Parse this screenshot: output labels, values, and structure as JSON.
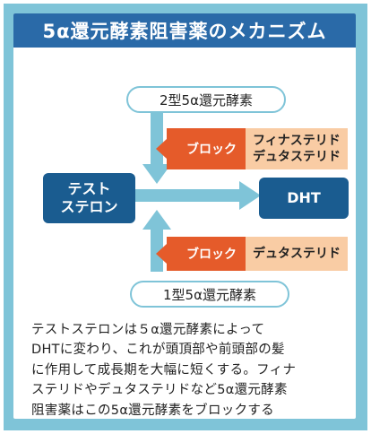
{
  "title": "5α還元酵素阻害薬のメカニズム",
  "enzyme_type2": "2型5α還元酵素",
  "enzyme_type1": "1型5α還元酵素",
  "testosterone_line1": "テスト",
  "testosterone_line2": "ステロン",
  "dht": "DHT",
  "block_label": "ブロック",
  "block1_drugs": [
    "フィナステリド",
    "デュタステリド"
  ],
  "block2_drugs": [
    "デュタステリド"
  ],
  "description_lines": [
    "テストステロンは５α還元酵素によって",
    "DHTに変わり、これが頭頂部や前頭部の髪",
    "に作用して成長期を大幅に短くする。フィナ",
    "ステリドやデュタステリドなど5α還元酵素",
    "阻害薬はこの5α還元酵素をブロックする"
  ],
  "colors": {
    "frame": "#7fc4d8",
    "header": "#2a6aa8",
    "node": "#1a5c90",
    "arrow": "#7fc4d8",
    "block_tag": "#e55b2a",
    "block_drugs_bg": "#f9cca4"
  }
}
